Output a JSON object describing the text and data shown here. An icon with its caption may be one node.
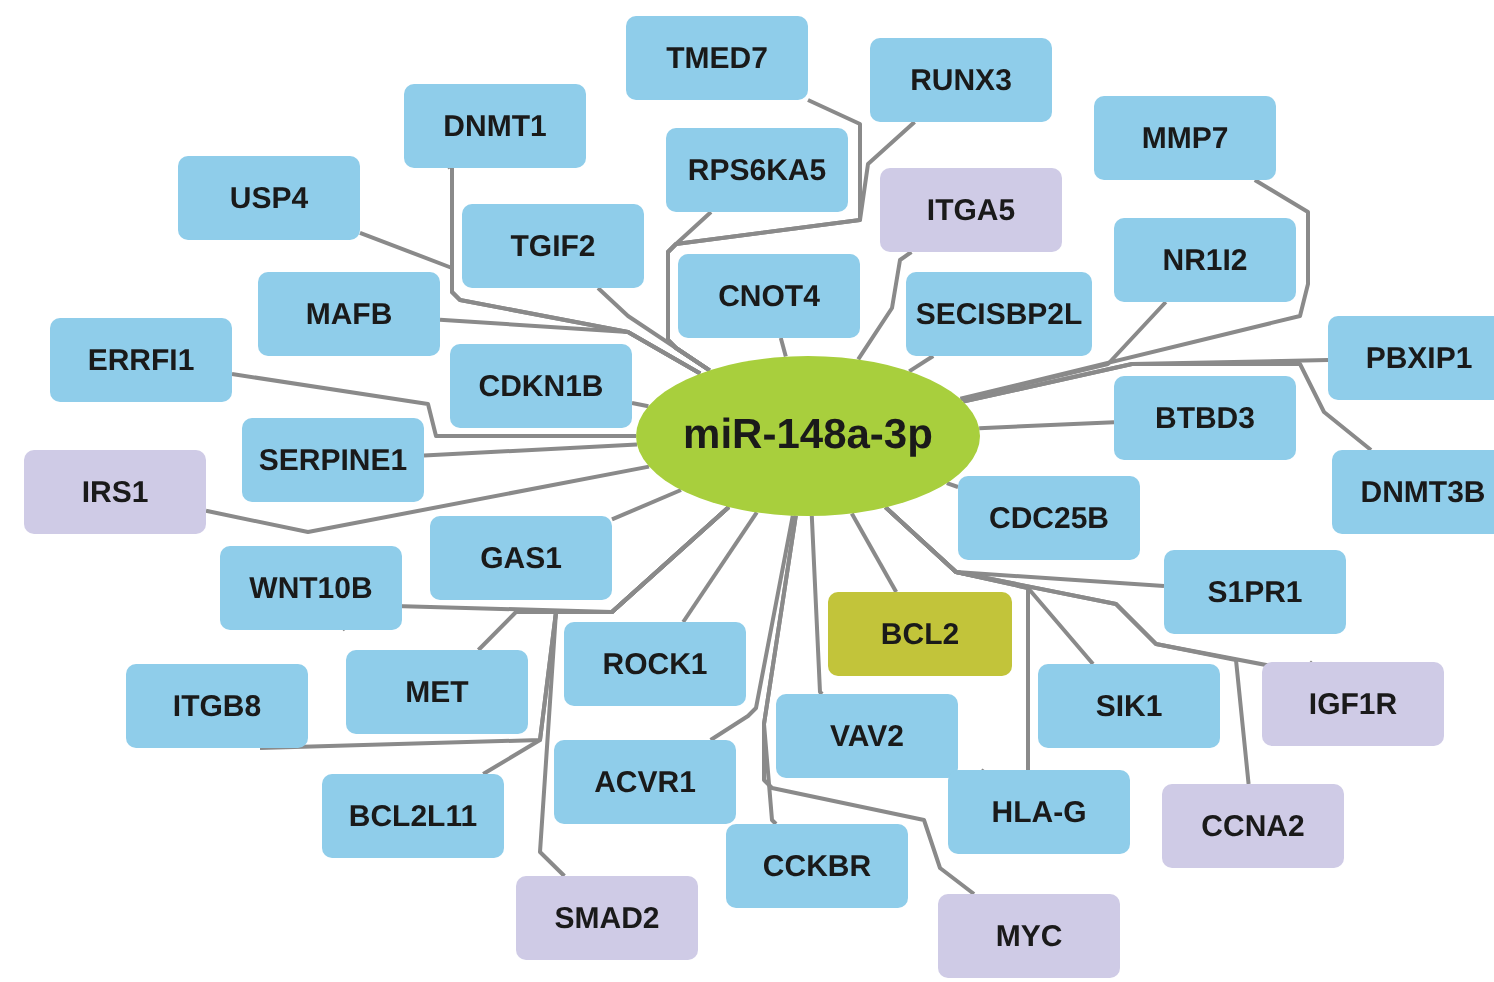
{
  "diagram": {
    "nodes": [
      {
        "text": [
          "miR-148a-3p"
        ]
      },
      {
        "text": [
          "TMED7"
        ]
      },
      {
        "text": [
          "RUNX3"
        ]
      },
      {
        "text": [
          "DNMT1"
        ]
      },
      {
        "text": [
          "MMP7"
        ]
      },
      {
        "text": [
          "RPS6KA5"
        ]
      },
      {
        "text": [
          "USP4"
        ]
      },
      {
        "text": [
          "ITGA5"
        ]
      },
      {
        "text": [
          "TGIF2"
        ]
      },
      {
        "text": [
          "NR1I2"
        ]
      },
      {
        "text": [
          "CNOT4"
        ]
      },
      {
        "text": [
          "MAFB"
        ]
      },
      {
        "text": [
          "SECISBP2L"
        ]
      },
      {
        "text": [
          "PBXIP1"
        ]
      },
      {
        "text": [
          "ERRFI1"
        ]
      },
      {
        "text": [
          "CDKN1B"
        ]
      },
      {
        "text": [
          "BTBD3"
        ]
      },
      {
        "text": [
          "SERPINE1"
        ]
      },
      {
        "text": [
          "IRS1"
        ]
      },
      {
        "text": [
          "DNMT3B"
        ]
      },
      {
        "text": [
          "CDC25B"
        ]
      },
      {
        "text": [
          "GAS1"
        ]
      },
      {
        "text": [
          "WNT10B"
        ]
      },
      {
        "text": [
          "S1PR1"
        ]
      },
      {
        "text": [
          "BCL2"
        ]
      },
      {
        "text": [
          "ROCK1"
        ]
      },
      {
        "text": [
          "MET"
        ]
      },
      {
        "text": [
          "IGF1R"
        ]
      },
      {
        "text": [
          "ITGB8"
        ]
      },
      {
        "text": [
          "SIK1"
        ]
      },
      {
        "text": [
          "VAV2"
        ]
      },
      {
        "text": [
          "ACVR1"
        ]
      },
      {
        "text": [
          "HLA-G"
        ]
      },
      {
        "text": [
          "BCL2L11"
        ]
      },
      {
        "text": [
          "CCNA2"
        ]
      },
      {
        "text": [
          "CCKBR"
        ]
      },
      {
        "text": [
          "SMAD2"
        ]
      },
      {
        "text": [
          "MYC"
        ]
      }
    ],
    "edges": [
      {
        "from": 0,
        "to": 1,
        "arrow": "none"
      },
      {
        "from": 0,
        "to": 2,
        "arrow": "none"
      },
      {
        "from": 0,
        "to": 3,
        "arrow": "none"
      },
      {
        "from": 0,
        "to": 4,
        "arrow": "none"
      },
      {
        "from": 0,
        "to": 5,
        "arrow": "none"
      },
      {
        "from": 0,
        "to": 6,
        "arrow": "none"
      },
      {
        "from": 0,
        "to": 7,
        "arrow": "none"
      },
      {
        "from": 0,
        "to": 8,
        "arrow": "none"
      },
      {
        "from": 0,
        "to": 9,
        "arrow": "none"
      },
      {
        "from": 0,
        "to": 10,
        "arrow": "none"
      },
      {
        "from": 0,
        "to": 11,
        "arrow": "none"
      },
      {
        "from": 0,
        "to": 12,
        "arrow": "none"
      },
      {
        "from": 0,
        "to": 13,
        "arrow": "none"
      },
      {
        "from": 0,
        "to": 14,
        "arrow": "none"
      },
      {
        "from": 0,
        "to": 15,
        "arrow": "none"
      },
      {
        "from": 0,
        "to": 16,
        "arrow": "none"
      },
      {
        "from": 0,
        "to": 17,
        "arrow": "none"
      },
      {
        "from": 0,
        "to": 18,
        "arrow": "none"
      },
      {
        "from": 0,
        "to": 19,
        "arrow": "none"
      },
      {
        "from": 0,
        "to": 20,
        "arrow": "none"
      },
      {
        "from": 0,
        "to": 21,
        "arrow": "none"
      },
      {
        "from": 0,
        "to": 22,
        "arrow": "none"
      },
      {
        "from": 0,
        "to": 23,
        "arrow": "none"
      },
      {
        "from": 0,
        "to": 24,
        "arrow": "none"
      },
      {
        "from": 0,
        "to": 25,
        "arrow": "none"
      },
      {
        "from": 0,
        "to": 26,
        "arrow": "none"
      },
      {
        "from": 0,
        "to": 27,
        "arrow": "none"
      },
      {
        "from": 0,
        "to": 28,
        "arrow": "none"
      },
      {
        "from": 0,
        "to": 29,
        "arrow": "none"
      },
      {
        "from": 0,
        "to": 30,
        "arrow": "none"
      },
      {
        "from": 0,
        "to": 31,
        "arrow": "none"
      },
      {
        "from": 0,
        "to": 32,
        "arrow": "none"
      },
      {
        "from": 0,
        "to": 33,
        "arrow": "none"
      },
      {
        "from": 0,
        "to": 34,
        "arrow": "none"
      },
      {
        "from": 0,
        "to": 35,
        "arrow": "none"
      },
      {
        "from": 0,
        "to": 36,
        "arrow": "none"
      },
      {
        "from": 0,
        "to": 37,
        "arrow": "none"
      }
    ]
  }
}
